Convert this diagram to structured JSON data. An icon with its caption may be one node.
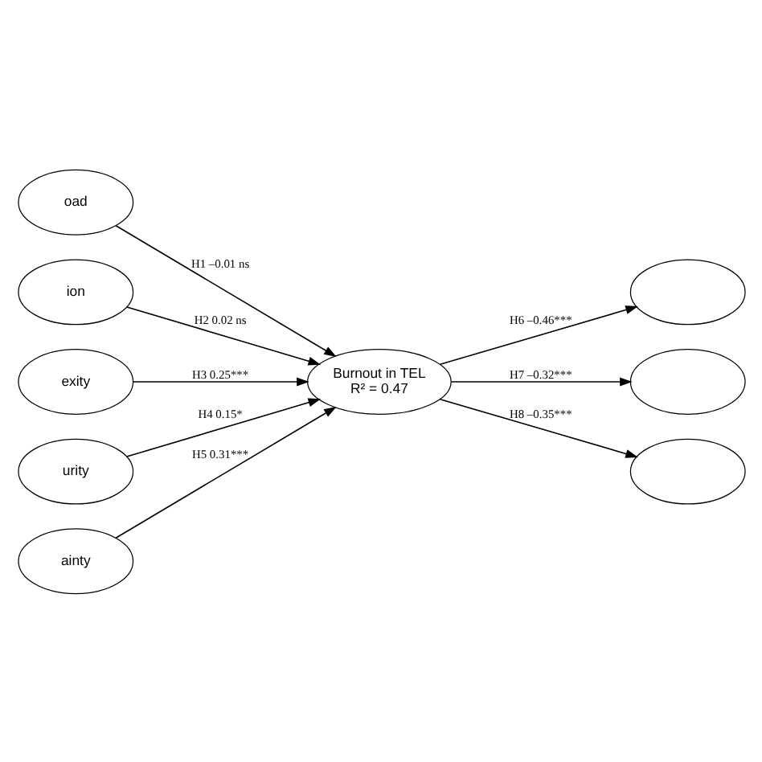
{
  "diagram": {
    "nodes": [
      {
        "text": [
          "oad"
        ]
      },
      {
        "text": [
          "ion"
        ]
      },
      {
        "text": [
          "exity"
        ]
      },
      {
        "text": [
          "urity"
        ]
      },
      {
        "text": [
          "ainty"
        ]
      },
      {
        "text": [
          "Burnout in TEL",
          "R² = 0.47"
        ]
      },
      {
        "text": [],
        "shape": "ellipse"
      },
      {
        "text": [],
        "shape": "ellipse"
      },
      {
        "text": [],
        "shape": "ellipse"
      }
    ],
    "edges": [
      {
        "from": 0,
        "to": 5,
        "arrow": "to",
        "label": "H1 –0.01 ns"
      },
      {
        "from": 1,
        "to": 5,
        "arrow": "to",
        "label": "H2 0.02 ns"
      },
      {
        "from": 2,
        "to": 5,
        "arrow": "to",
        "label": "H3 0.25***"
      },
      {
        "from": 3,
        "to": 5,
        "arrow": "to",
        "label": "H4 0.15*"
      },
      {
        "from": 4,
        "to": 5,
        "arrow": "to",
        "label": "H5 0.31***"
      },
      {
        "from": 5,
        "to": 6,
        "arrow": "to",
        "label": "H6 –0.46***"
      },
      {
        "from": 5,
        "to": 7,
        "arrow": "to",
        "label": "H7 –0.32***"
      },
      {
        "from": 5,
        "to": 8,
        "arrow": "to",
        "label": "H8 –0.35***"
      }
    ]
  }
}
